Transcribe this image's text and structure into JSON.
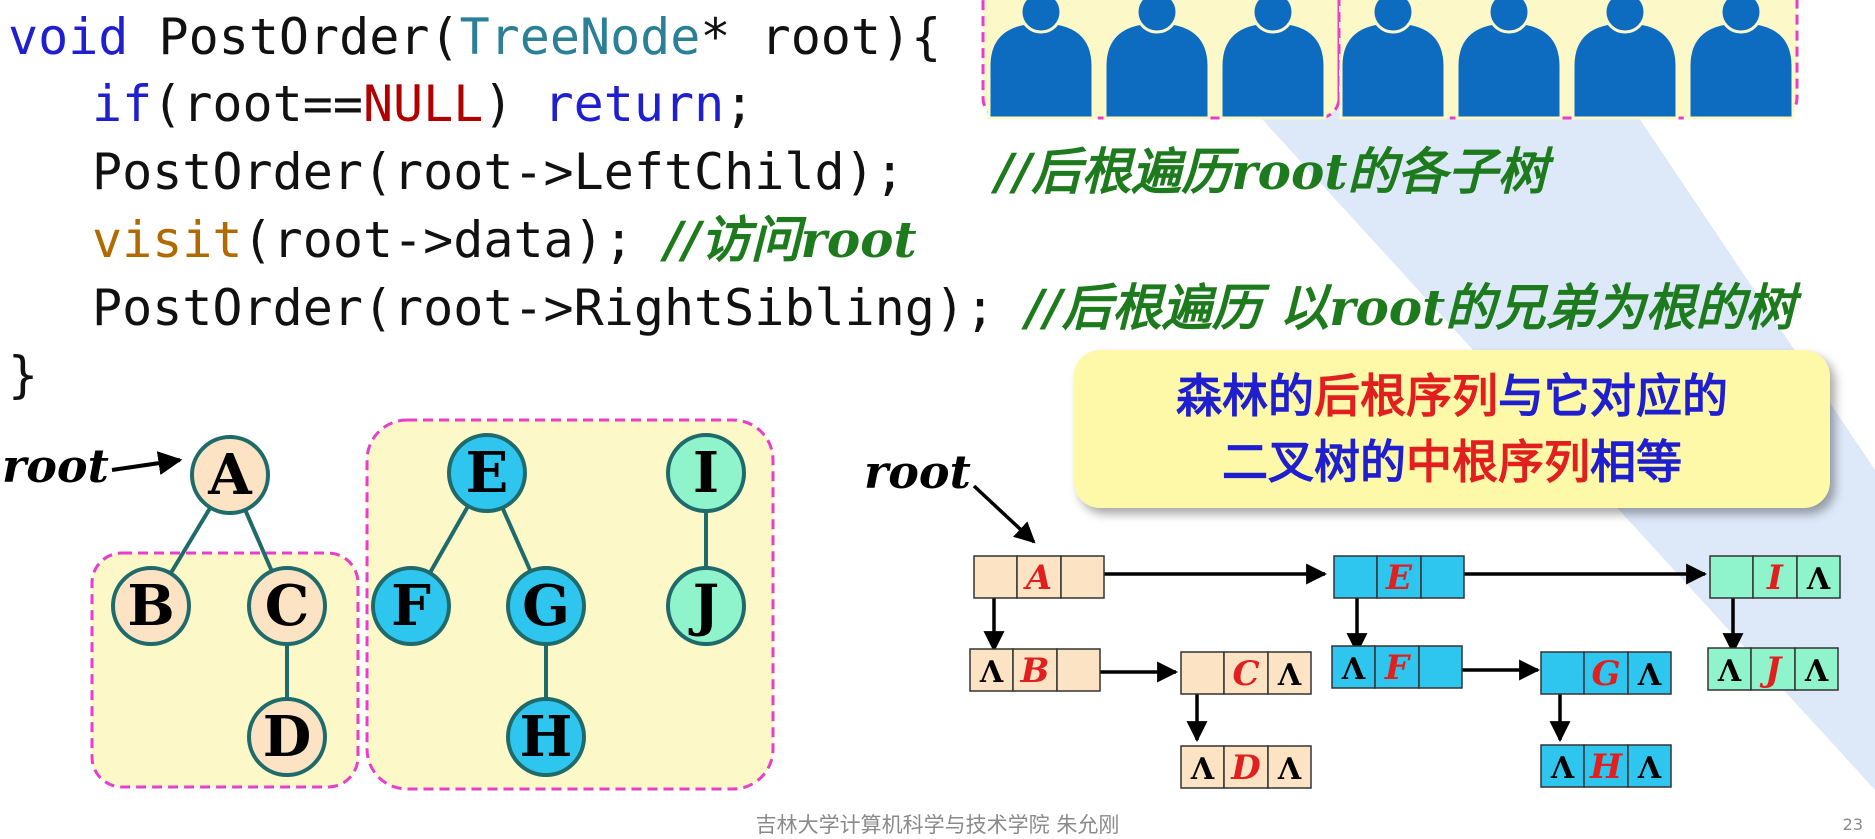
{
  "code": {
    "line1": {
      "kw": "void",
      "fn": " PostOrder(",
      "type": "TreeNode",
      "rest": "* root){"
    },
    "line2": {
      "if": "if",
      "open": "(root==",
      "null": "NULL",
      "close": ") ",
      "ret": "return",
      "semi": ";"
    },
    "line3": {
      "code": "PostOrder(root->LeftChild);",
      "comment": "//后根遍历root的各子树"
    },
    "line4": {
      "visit": "visit",
      "code": "(root->data); ",
      "comment": "//访问root"
    },
    "line5": {
      "code": "PostOrder(root->RightSibling); ",
      "comment": "//后根遍历 以root的兄弟为根的树"
    },
    "line6": "}"
  },
  "banner": {
    "line1_a": "森林的",
    "line1_b": "后根序列",
    "line1_c": "与它对应的",
    "line2_a": "二叉树的",
    "line2_b": "中根序列",
    "line2_c": "相等"
  },
  "forest": {
    "root_label": "root",
    "nodes": [
      "A",
      "B",
      "C",
      "D",
      "E",
      "F",
      "G",
      "H",
      "I",
      "J"
    ]
  },
  "binary_tree": {
    "root_label": "root",
    "null_symbol": "Λ",
    "nodes": [
      "A",
      "B",
      "C",
      "D",
      "E",
      "F",
      "G",
      "H",
      "I",
      "J"
    ]
  },
  "footer": "吉林大学计算机科学与技术学院   朱允刚",
  "page_number": "23",
  "colors": {
    "keyword": "#1f1fd0",
    "type": "#2b7f96",
    "null": "#b00000",
    "visit": "#b06a00",
    "comment": "#1d7a1d",
    "peach": "#fbe3c4",
    "cyan": "#2ec5ee",
    "mint": "#8ff4cc",
    "cream": "#fdf8c8",
    "magenta": "#e83ec9",
    "person": "#0d6cc0",
    "red_letter": "#e21f1f",
    "banner_bg": "#fdf9a8"
  }
}
